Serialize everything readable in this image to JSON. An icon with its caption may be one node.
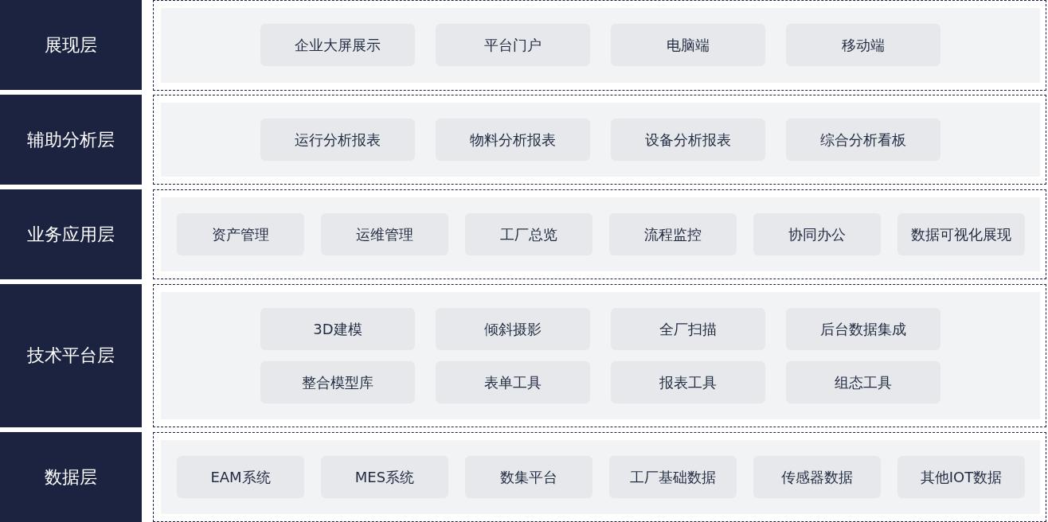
{
  "diagram": {
    "nodes": [
      {
        "text": [
          "展现层"
        ]
      },
      {
        "text": [],
        "shape": "box"
      },
      {
        "text": [
          "企业大屏展示"
        ],
        "in": 1
      },
      {
        "text": [
          "平台门户"
        ],
        "in": 1
      },
      {
        "text": [
          "电脑端"
        ],
        "in": 1
      },
      {
        "text": [
          "移动端"
        ],
        "in": 1
      },
      {
        "text": [
          "辅助分析层"
        ]
      },
      {
        "text": [],
        "shape": "box"
      },
      {
        "text": [
          "运行分析报表"
        ],
        "in": 7
      },
      {
        "text": [
          "物料分析报表"
        ],
        "in": 7
      },
      {
        "text": [
          "设备分析报表"
        ],
        "in": 7
      },
      {
        "text": [
          "综合分析看板"
        ],
        "in": 7
      },
      {
        "text": [
          "业务应用层"
        ]
      },
      {
        "text": [],
        "shape": "box"
      },
      {
        "text": [
          "资产管理"
        ],
        "in": 13
      },
      {
        "text": [
          "运维管理"
        ],
        "in": 13
      },
      {
        "text": [
          "工厂总览"
        ],
        "in": 13
      },
      {
        "text": [
          "流程监控"
        ],
        "in": 13
      },
      {
        "text": [
          "协同办公"
        ],
        "in": 13
      },
      {
        "text": [
          "数据可视化展现"
        ],
        "in": 13
      },
      {
        "text": [
          "技术平台层"
        ]
      },
      {
        "text": [],
        "shape": "box"
      },
      {
        "text": [
          "3D建模"
        ],
        "in": 21
      },
      {
        "text": [
          "倾斜摄影"
        ],
        "in": 21
      },
      {
        "text": [
          "全厂扫描"
        ],
        "in": 21
      },
      {
        "text": [
          "后台数据集成"
        ],
        "in": 21
      },
      {
        "text": [
          "整合模型库"
        ],
        "in": 21
      },
      {
        "text": [
          "表单工具"
        ],
        "in": 21
      },
      {
        "text": [
          "报表工具"
        ],
        "in": 21
      },
      {
        "text": [
          "组态工具"
        ],
        "in": 21
      },
      {
        "text": [
          "数据层"
        ]
      },
      {
        "text": [],
        "shape": "box"
      },
      {
        "text": [
          "EAM系统"
        ],
        "in": 31
      },
      {
        "text": [
          "MES系统"
        ],
        "in": 31
      },
      {
        "text": [
          "数集平台"
        ],
        "in": 31
      },
      {
        "text": [
          "工厂基础数据"
        ],
        "in": 31
      },
      {
        "text": [
          "传感器数据"
        ],
        "in": 31
      },
      {
        "text": [
          "其他IOT数据"
        ],
        "in": 31
      }
    ]
  }
}
